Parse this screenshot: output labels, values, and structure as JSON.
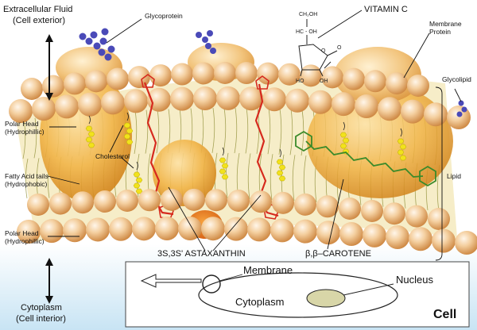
{
  "labels": {
    "extracellular_l1": "Extracellular Fluid",
    "extracellular_l2": "(Cell exterior)",
    "glycoprotein": "Glycoprotein",
    "vitamin_c": "VITAMIN C",
    "membrane_protein_l1": "Membrane",
    "membrane_protein_l2": "Protein",
    "glycolipid": "Glycolipid",
    "polar_head_top_l1": "Polar Head",
    "polar_head_top_l2": "(Hydrophillic)",
    "cholesterol": "Cholesterol",
    "fatty_acid_l1": "Fatty Acid tails",
    "fatty_acid_l2": "(Hydrophobic)",
    "lipid": "Lipid",
    "polar_head_bottom_l1": "Polar Head",
    "polar_head_bottom_l2": "(Hydrophillic)",
    "astaxanthin": "3S,3S' ASTAXANTHIN",
    "carotene": "β,β–CAROTENE",
    "cytoplasm_side_l1": "Cytoplasm",
    "cytoplasm_side_l2": "(Cell interior)"
  },
  "vitamin_c_structure": {
    "ch2oh": "CH₂OH",
    "hcoh": "HC - OH",
    "o_ring": "O",
    "o_carbonyl": "O",
    "ho_left": "HO",
    "oh_right": "OH"
  },
  "inset": {
    "membrane": "Membrane",
    "nucleus": "Nucleus",
    "cytoplasm": "Cytoplasm",
    "cell": "Cell"
  },
  "colors": {
    "bead_light": "#fbe9d2",
    "bead_mid": "#f2c68e",
    "bead_dark": "#d7924a",
    "protein": "#eeb24a",
    "astaxanthin": "#d62a1e",
    "carotene": "#3a8a2a",
    "cholesterol": "#f2e21c",
    "glyco": "#4a4ab8",
    "tails": "#8a8a30",
    "nucleus": "#d8d6a8"
  }
}
